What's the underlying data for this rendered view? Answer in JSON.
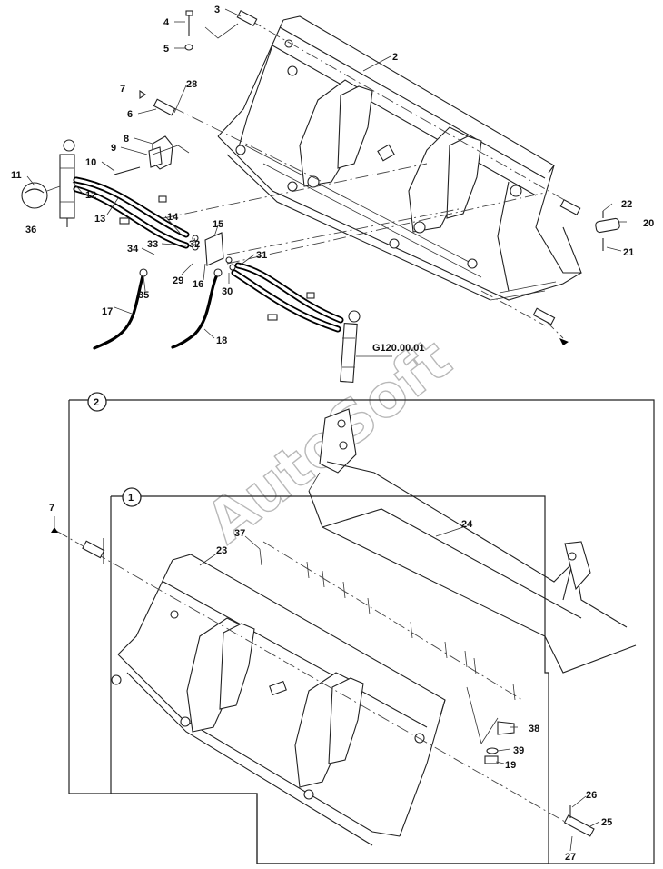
{
  "watermark": "AutoSoft",
  "drawing_ref": "G120.00.01",
  "variant_markers": [
    "1",
    "2"
  ],
  "callouts": {
    "c1": "1",
    "c2": "2",
    "c3": "3",
    "c4": "4",
    "c5": "5",
    "c6": "6",
    "c7": "7",
    "c8": "8",
    "c9": "9",
    "c10": "10",
    "c11": "11",
    "c12": "12",
    "c13": "13",
    "c14": "14",
    "c15": "15",
    "c16": "16",
    "c17": "17",
    "c18": "18",
    "c19": "19",
    "c20": "20",
    "c21": "21",
    "c22": "22",
    "c23": "23",
    "c24": "24",
    "c25": "25",
    "c26": "26",
    "c27": "27",
    "c28": "28",
    "c29": "29",
    "c30": "30",
    "c31": "31",
    "c32": "32",
    "c33": "33",
    "c34": "34",
    "c35": "35",
    "c36": "36",
    "c37": "37",
    "c38": "38",
    "c39": "39",
    "c7b": "7"
  }
}
